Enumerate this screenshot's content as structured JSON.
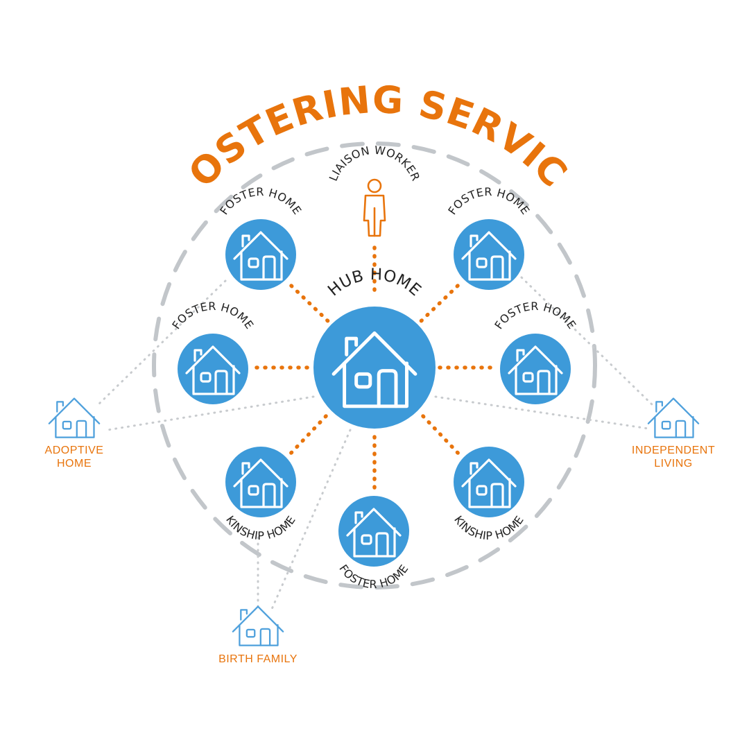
{
  "title": "FOSTERING SERVICE",
  "colors": {
    "accent_orange": "#e8740c",
    "node_blue": "#3d9ad9",
    "icon_blue": "#4ea0dc",
    "dash_gray": "#c2c6ca",
    "dot_gray": "#c8cbce",
    "text_dark": "#222222"
  },
  "liaison": {
    "label": "LIAISON WORKER",
    "icon": "person-icon"
  },
  "hub": {
    "label": "HUB HOME",
    "icon": "house-icon"
  },
  "inner_nodes": [
    {
      "id": "foster-top-left",
      "label": "FOSTER HOME"
    },
    {
      "id": "foster-top-right",
      "label": "FOSTER HOME"
    },
    {
      "id": "foster-mid-left",
      "label": "FOSTER HOME"
    },
    {
      "id": "foster-mid-right",
      "label": "FOSTER HOME"
    },
    {
      "id": "kinship-bottom-left",
      "label": "KINSHIP HOME"
    },
    {
      "id": "kinship-bottom-right",
      "label": "KINSHIP HOME"
    },
    {
      "id": "foster-bottom",
      "label": "FOSTER HOME"
    }
  ],
  "outer_nodes": {
    "adoptive": {
      "line1": "ADOPTIVE",
      "line2": "HOME"
    },
    "independent": {
      "line1": "INDEPENDENT",
      "line2": "LIVING"
    },
    "birth": {
      "line1": "BIRTH FAMILY"
    }
  }
}
